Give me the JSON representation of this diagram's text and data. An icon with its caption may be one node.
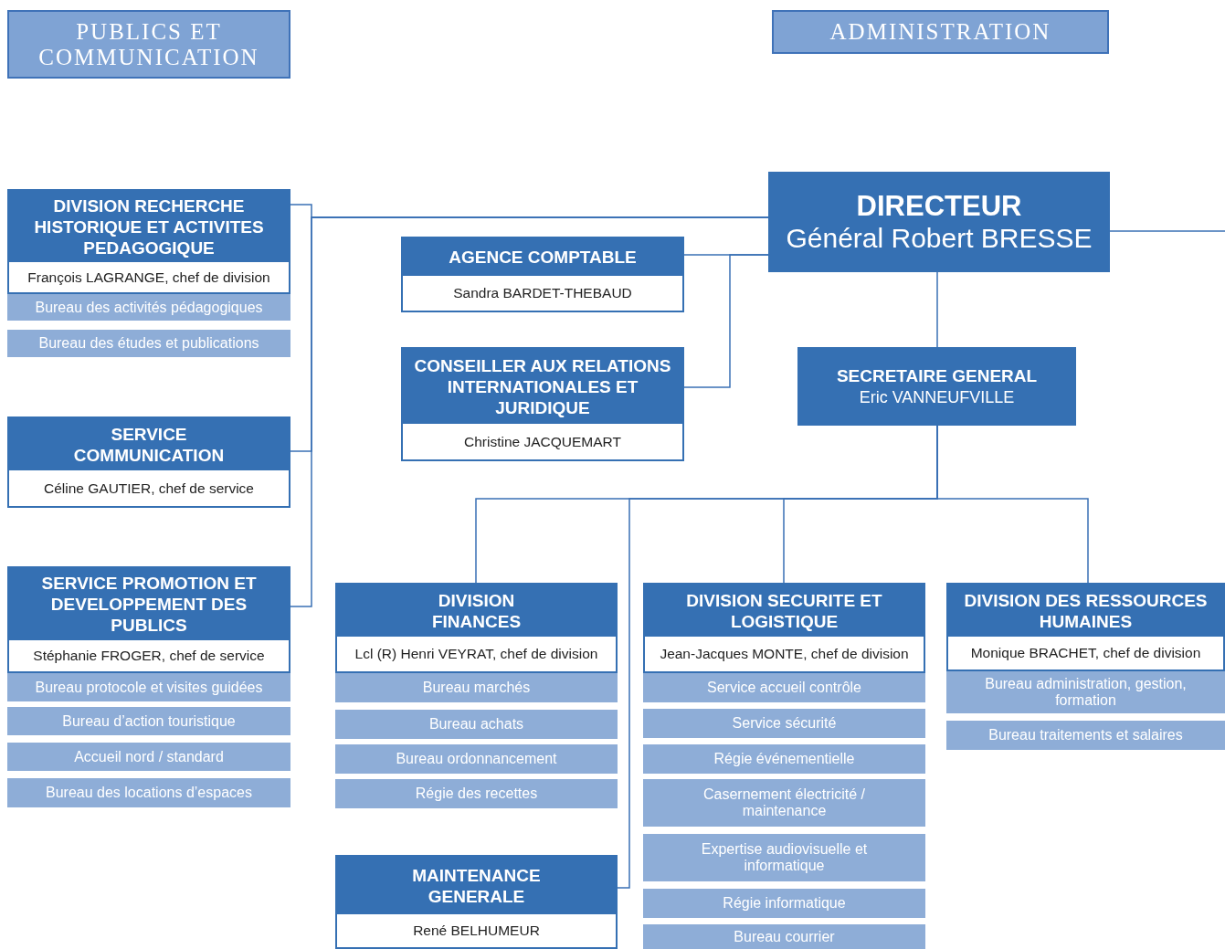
{
  "diagram": {
    "nodes": [
      {
        "text": [
          "PUBLICS ET COMMUNICATION"
        ]
      },
      {
        "text": [
          "ADMINISTRATION"
        ]
      },
      {
        "text": [
          "DIRECTEUR",
          "Général Robert BRESSE"
        ]
      },
      {
        "text": [
          "DIVISION RECHERCHE HISTORIQUE ET ACTIVITES PEDAGOGIQUE",
          "François LAGRANGE, chef de division"
        ]
      },
      {
        "text": [
          "Bureau des activités pédagogiques"
        ]
      },
      {
        "text": [
          "Bureau des études et publications"
        ]
      },
      {
        "text": [
          "AGENCE COMPTABLE",
          "Sandra BARDET-THEBAUD"
        ]
      },
      {
        "text": [
          "CONSEILLER AUX RELATIONS INTERNATIONALES ET JURIDIQUE",
          "Christine JACQUEMART"
        ]
      },
      {
        "text": [
          "SECRETAIRE GENERAL",
          "Eric VANNEUFVILLE"
        ]
      },
      {
        "text": [
          "SERVICE COMMUNICATION",
          "Céline GAUTIER, chef de service"
        ]
      },
      {
        "text": [
          "SERVICE PROMOTION ET DEVELOPPEMENT DES PUBLICS",
          "Stéphanie FROGER, chef de service"
        ]
      },
      {
        "text": [
          "Bureau protocole et visites guidées"
        ]
      },
      {
        "text": [
          "Bureau d’action touristique"
        ]
      },
      {
        "text": [
          "Accueil nord / standard"
        ]
      },
      {
        "text": [
          "Bureau des locations d’espaces"
        ]
      },
      {
        "text": [
          "DIVISION FINANCES",
          "Lcl (R) Henri VEYRAT, chef de division"
        ]
      },
      {
        "text": [
          "Bureau marchés"
        ]
      },
      {
        "text": [
          "Bureau achats"
        ]
      },
      {
        "text": [
          "Bureau ordonnancement"
        ]
      },
      {
        "text": [
          "Régie des recettes"
        ]
      },
      {
        "text": [
          "DIVISION SECURITE ET LOGISTIQUE",
          "Jean-Jacques MONTE, chef de division"
        ]
      },
      {
        "text": [
          "Service accueil contrôle"
        ]
      },
      {
        "text": [
          "Service sécurité"
        ]
      },
      {
        "text": [
          "Régie événementielle"
        ]
      },
      {
        "text": [
          "Casernement électricité / maintenance"
        ]
      },
      {
        "text": [
          "Expertise audiovisuelle et informatique"
        ]
      },
      {
        "text": [
          "Régie informatique"
        ]
      },
      {
        "text": [
          "Bureau courrier"
        ]
      },
      {
        "text": [
          "DIVISION DES RESSOURCES HUMAINES",
          "Monique BRACHET, chef de division"
        ]
      },
      {
        "text": [
          "Bureau administration, gestion, formation"
        ]
      },
      {
        "text": [
          "Bureau traitements et salaires"
        ]
      },
      {
        "text": [
          "MAINTENANCE GENERALE",
          "René BELHUMEUR"
        ]
      }
    ],
    "edges": [
      {
        "from": 2,
        "to": 3,
        "arrow": "none"
      },
      {
        "from": 2,
        "to": 9,
        "arrow": "none"
      },
      {
        "from": 2,
        "to": 10,
        "arrow": "none"
      },
      {
        "from": 2,
        "to": 6,
        "arrow": "none"
      },
      {
        "from": 2,
        "to": 7,
        "arrow": "none"
      },
      {
        "from": 2,
        "to": null,
        "arrow": "none"
      },
      {
        "from": 2,
        "to": 8,
        "arrow": "none"
      },
      {
        "from": 8,
        "to": 15,
        "arrow": "none"
      },
      {
        "from": 8,
        "to": 31,
        "arrow": "none"
      },
      {
        "from": 8,
        "to": 20,
        "arrow": "none"
      },
      {
        "from": 8,
        "to": 28,
        "arrow": "none"
      }
    ]
  }
}
